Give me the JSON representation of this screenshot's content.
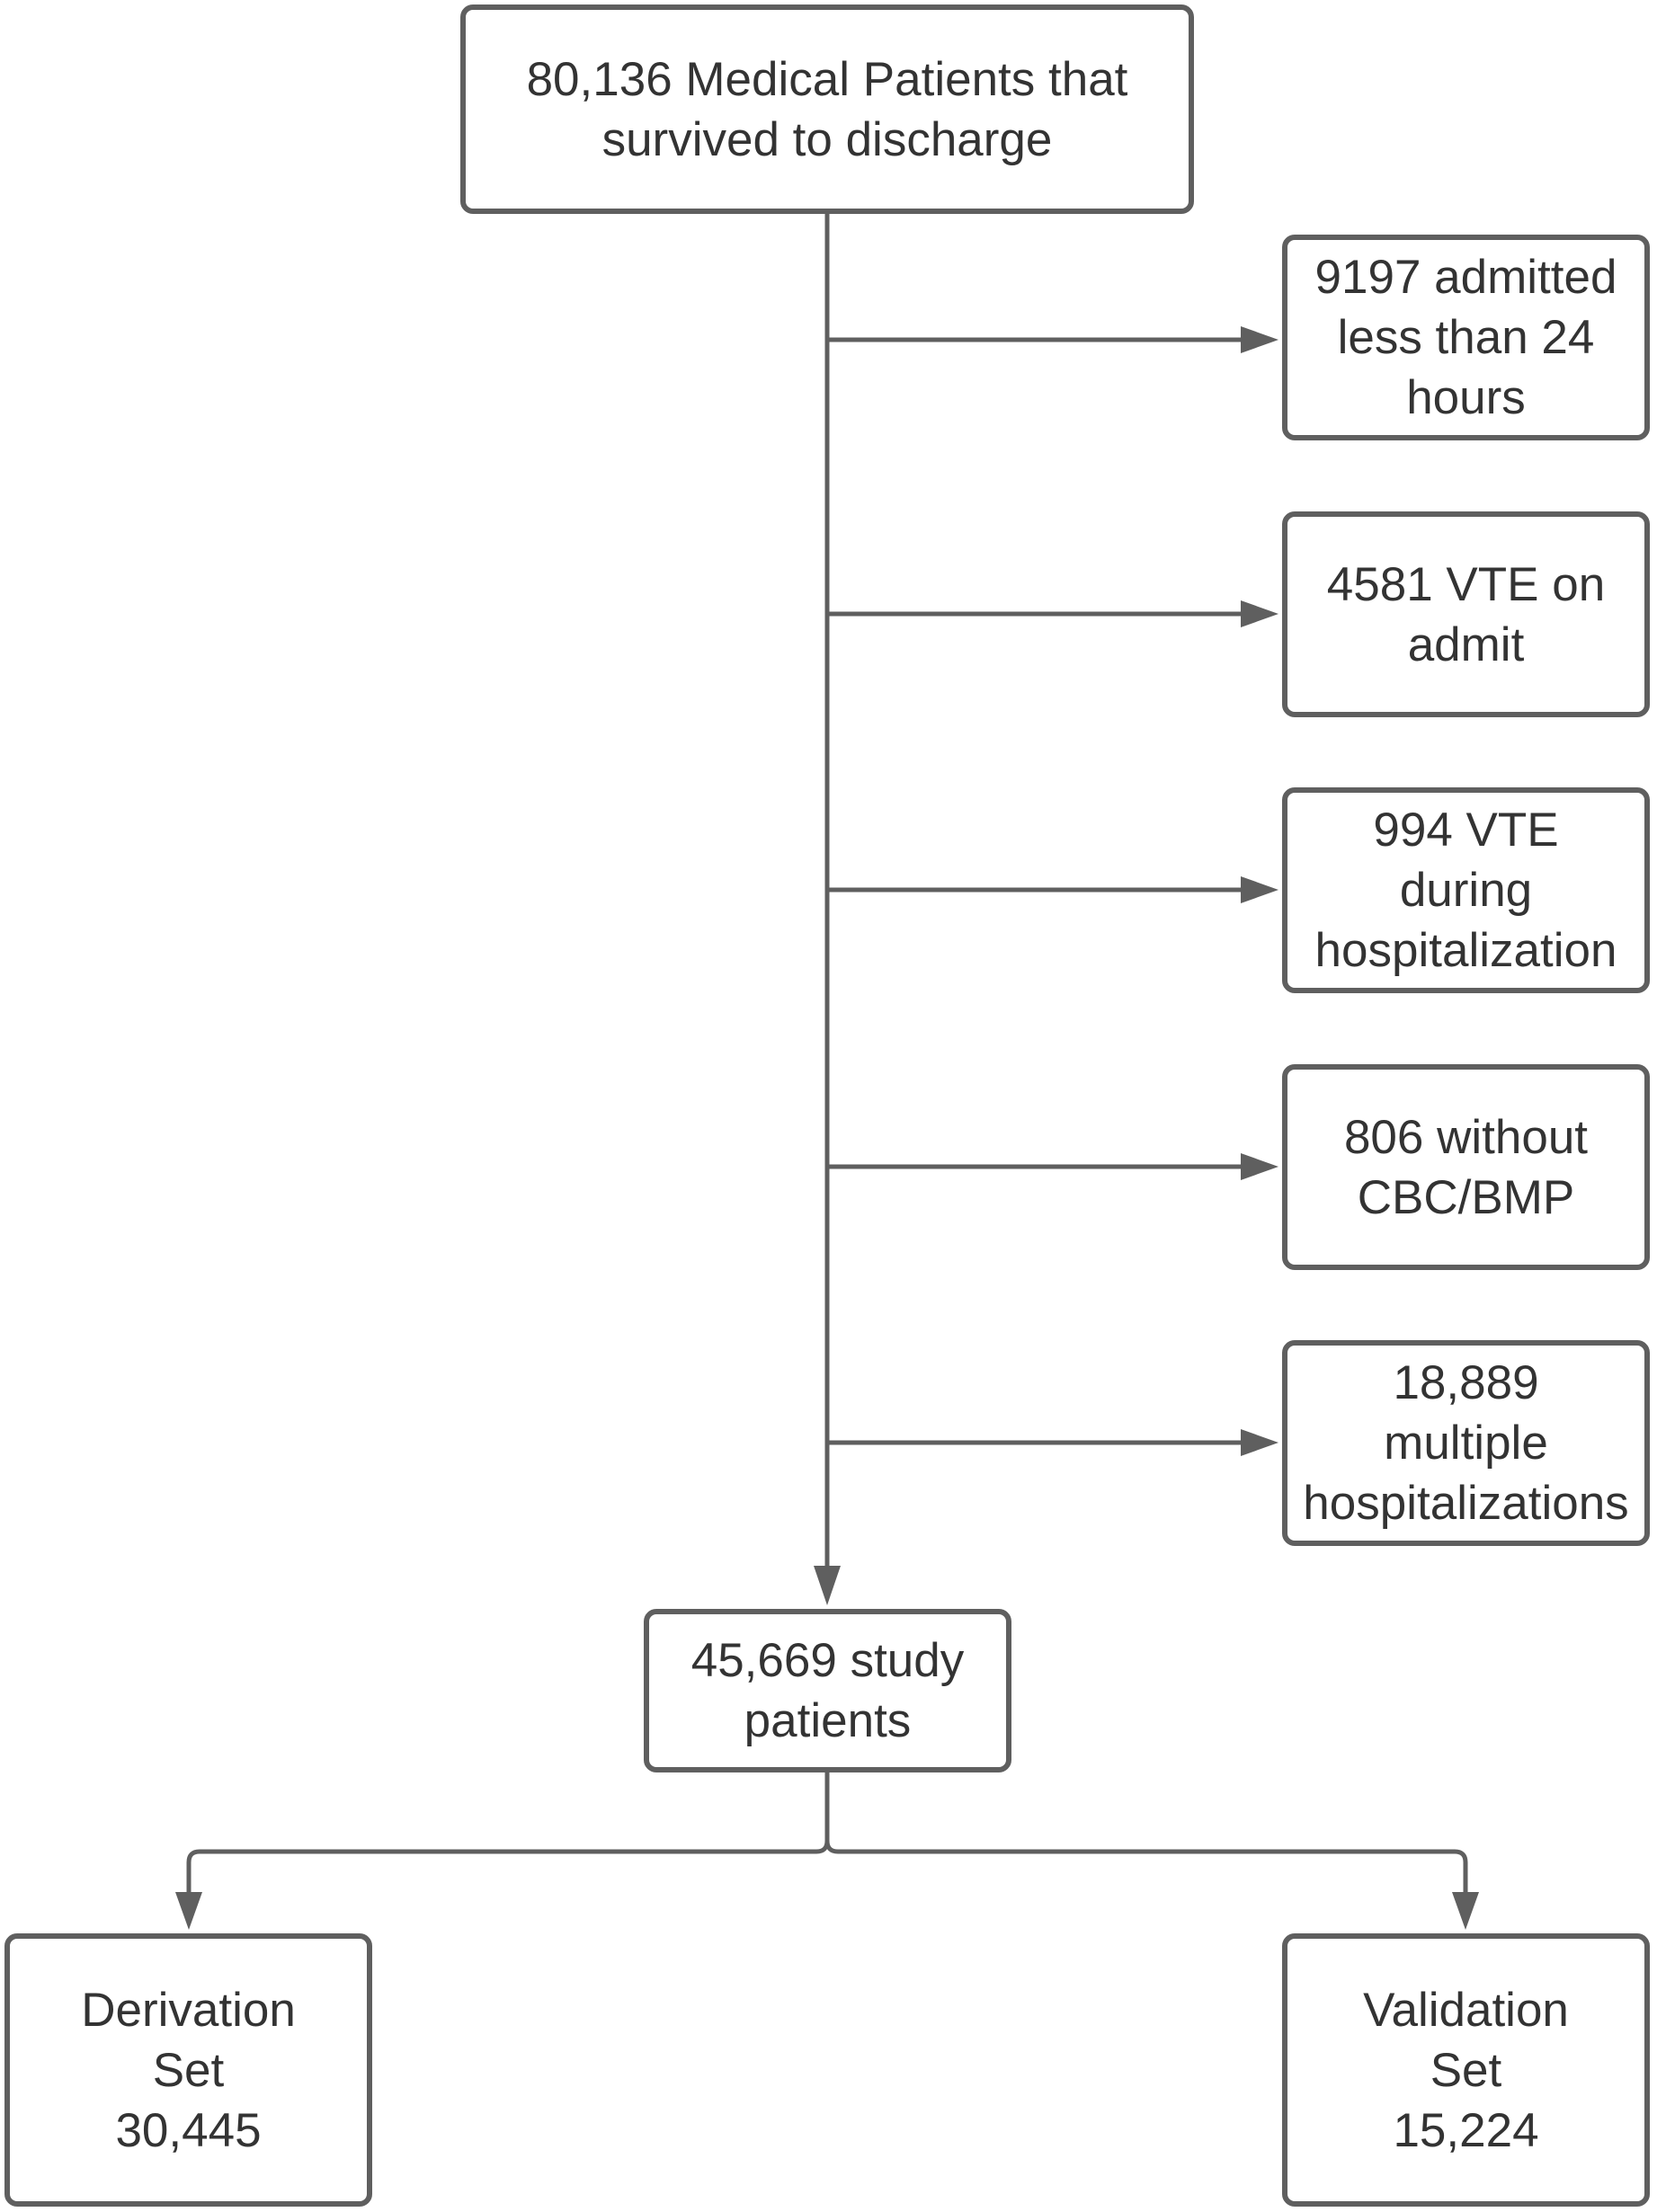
{
  "diagram": {
    "top_box": {
      "line1": "80,136 Medical Patients that",
      "line2": "survived to discharge"
    },
    "exclusions": [
      {
        "line1": "9197 admitted",
        "line2": "less than 24",
        "line3": "hours"
      },
      {
        "line1": "4581 VTE on",
        "line2": "admit"
      },
      {
        "line1": "994 VTE",
        "line2": "during",
        "line3": "hospitalization"
      },
      {
        "line1": "806 without",
        "line2": "CBC/BMP"
      },
      {
        "line1": "18,889",
        "line2": "multiple",
        "line3": "hospitalizations"
      }
    ],
    "study_box": {
      "line1": "45,669 study",
      "line2": "patients"
    },
    "derivation_box": {
      "line1": "Derivation",
      "line2": "Set",
      "line3": "30,445"
    },
    "validation_box": {
      "line1": "Validation",
      "line2": "Set",
      "line3": "15,224"
    },
    "colors": {
      "line": "#5f5f5f",
      "text": "#333333",
      "background": "#ffffff"
    }
  }
}
